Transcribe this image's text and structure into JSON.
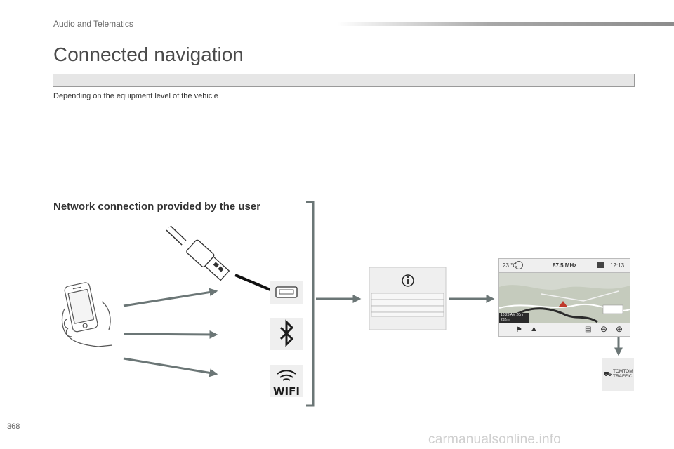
{
  "header": {
    "section": "Audio and Telematics"
  },
  "page": {
    "title": "Connected navigation",
    "subtitle": "Depending on the equipment level of the vehicle",
    "heading": "Network connection provided by the user",
    "page_number": "368"
  },
  "diagram": {
    "screen": {
      "temperature": "23 °C",
      "radio": "87.5 MHz",
      "clock": "12:13",
      "eta": "10:23 AM 20m",
      "distance": "232m"
    },
    "wifi_label": "WIFI",
    "tomtom_line1": "TOMTOM",
    "tomtom_line2": "TRAFFIC",
    "info_glyph": "i"
  },
  "footer": {
    "watermark": "carmanualsonline.info"
  },
  "colors": {
    "arrow": "#6b7676",
    "panel": "#efefef",
    "accent": "#2a2a2a"
  }
}
